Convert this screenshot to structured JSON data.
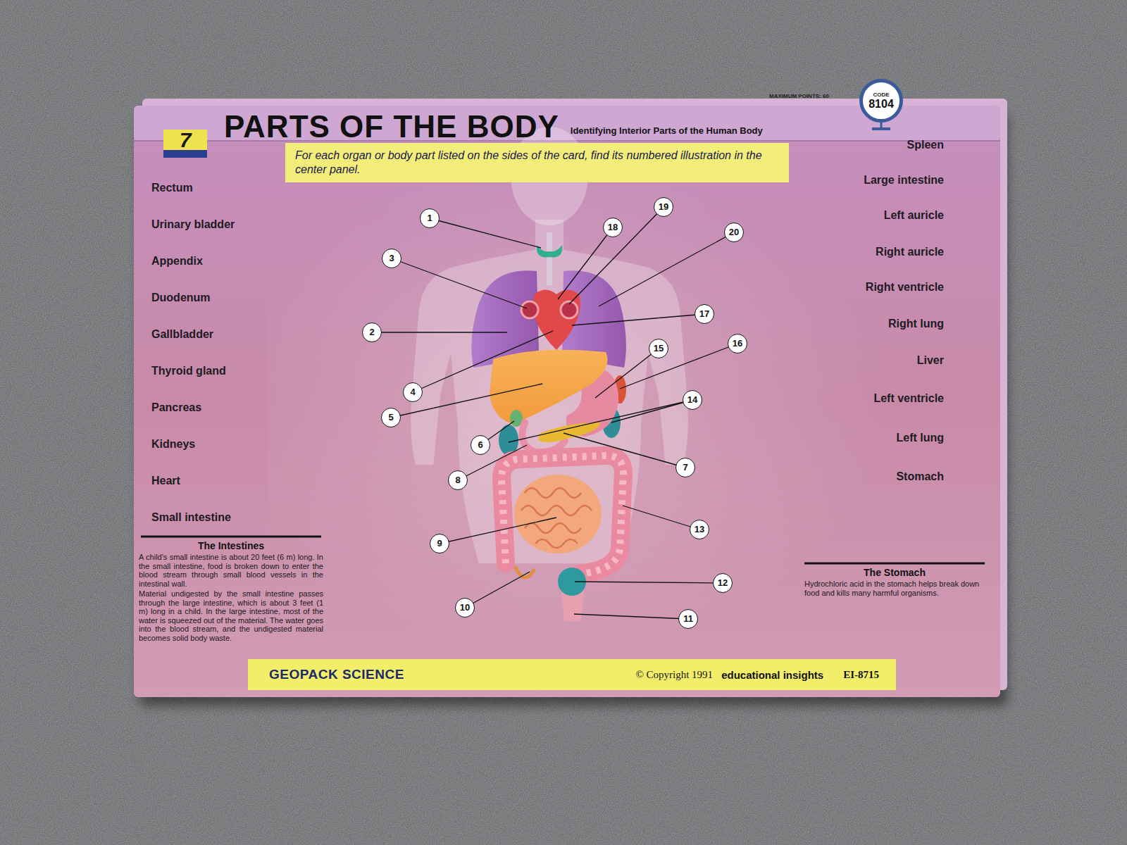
{
  "diagram": {
    "title": "PARTS OF THE BODY",
    "nodes": [
      {
        "text": [
          "7"
        ]
      },
      {
        "text": [
          "CODE",
          "8104"
        ]
      },
      {
        "text": [
          "For each organ or body part listed on the sides of the card, find its numbered illustration in the center panel."
        ]
      },
      {
        "text": [
          "1"
        ]
      },
      {
        "text": [
          "2"
        ]
      },
      {
        "text": [
          "3"
        ]
      },
      {
        "text": [
          "4"
        ]
      },
      {
        "text": [
          "5"
        ]
      },
      {
        "text": [
          "6"
        ]
      },
      {
        "text": [
          "7"
        ]
      },
      {
        "text": [
          "8"
        ]
      },
      {
        "text": [
          "9"
        ]
      },
      {
        "text": [
          "10"
        ]
      },
      {
        "text": [
          "11"
        ]
      },
      {
        "text": [
          "12"
        ]
      },
      {
        "text": [
          "13"
        ]
      },
      {
        "text": [
          "14"
        ]
      },
      {
        "text": [
          "15"
        ]
      },
      {
        "text": [
          "16"
        ]
      },
      {
        "text": [
          "17"
        ]
      },
      {
        "text": [
          "18"
        ]
      },
      {
        "text": [
          "19"
        ]
      },
      {
        "text": [
          "20"
        ]
      },
      {
        "text": [
          "GEOPACK SCIENCE",
          "© Copyright 1991",
          "educational insights",
          "EI-8715"
        ]
      }
    ],
    "labels": [
      "Identifying Interior Parts of the Human Body",
      "MAXIMUM POINTS: 60",
      "Rectum",
      "Urinary bladder",
      "Appendix",
      "Duodenum",
      "Gallbladder",
      "Thyroid gland",
      "Pancreas",
      "Kidneys",
      "Heart",
      "Small intestine",
      "Spleen",
      "Large intestine",
      "Left auricle",
      "Right auricle",
      "Right ventricle",
      "Right lung",
      "Liver",
      "Left ventricle",
      "Left lung",
      "Stomach",
      "The Intestines",
      "A child's small intestine is about 20 feet (6 m) long. In the small intestine, food is broken down to enter the blood stream through small blood vessels in the intestinal wall.",
      "Material undigested by the small intestine passes through the large intestine, which is about 3 feet (1 m) long in a child. In the large intestine, most of the water is squeezed out of the material. The water goes into the blood stream, and the undigested material becomes solid body waste.",
      "The Stomach",
      "Hydrochloric acid in the stomach helps break down food and kills many harmful organisms."
    ]
  }
}
